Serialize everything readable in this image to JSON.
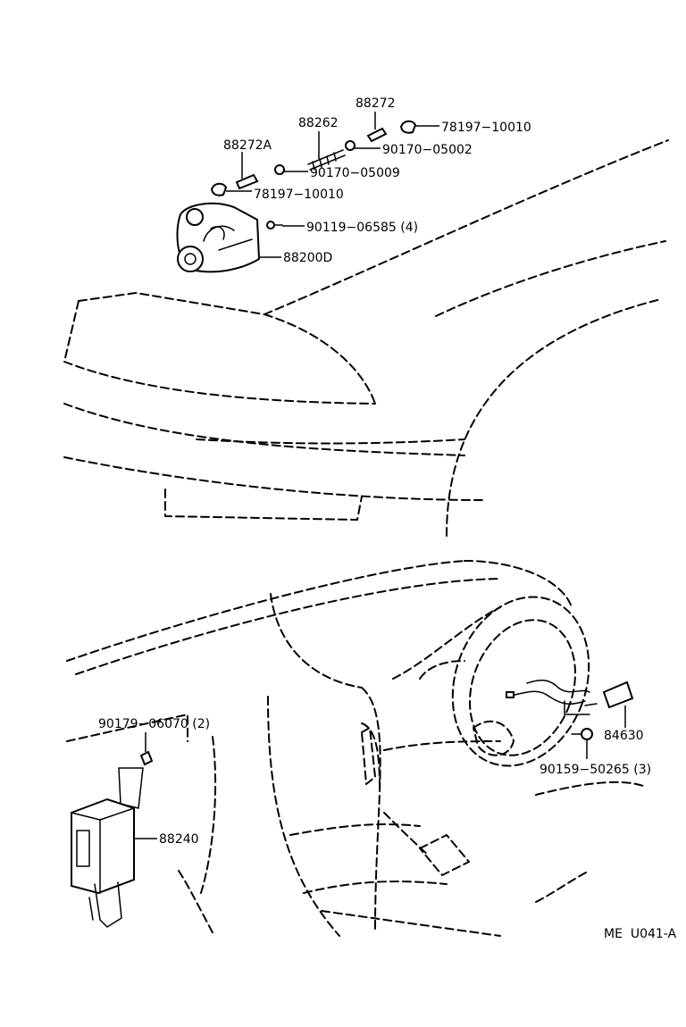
{
  "diagram_code": "ME  U041-A",
  "parts": {
    "p_88272": "88272",
    "p_78197_top": "78197−10010",
    "p_88262": "88262",
    "p_90170_05002": "90170−05002",
    "p_88272A": "88272A",
    "p_90170_05009": "90170−05009",
    "p_78197_mid": "78197−10010",
    "p_90119": "90119−06585 (4)",
    "p_88200D": "88200D",
    "p_90179": "90179−06070 (2)",
    "p_88240": "88240",
    "p_84630": "84630",
    "p_90159": "90159−50265 (3)"
  },
  "icons": {
    "actuator": "actuator-icon",
    "control_unit": "control-unit-icon",
    "switch_harness": "cruise-switch-icon",
    "fastener": "fastener-icon"
  }
}
